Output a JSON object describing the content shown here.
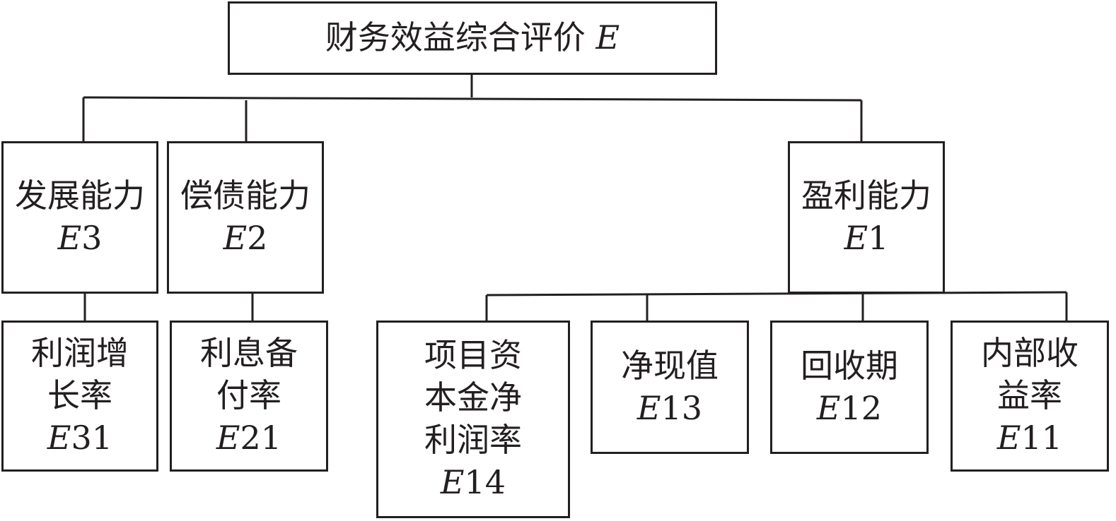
{
  "root": {
    "label": "财务效益综合评价",
    "code_letter": "E",
    "code_number": ""
  },
  "categories": [
    {
      "label_lines": [
        "发展能力"
      ],
      "code_letter": "E",
      "code_number": "3"
    },
    {
      "label_lines": [
        "偿债能力"
      ],
      "code_letter": "E",
      "code_number": "2"
    },
    {
      "label_lines": [
        "盈利能力"
      ],
      "code_letter": "E",
      "code_number": "1"
    }
  ],
  "indicators": [
    {
      "label_lines": [
        "利润增",
        "长率"
      ],
      "code_letter": "E",
      "code_number": "31"
    },
    {
      "label_lines": [
        "利息备",
        "付率"
      ],
      "code_letter": "E",
      "code_number": "21"
    },
    {
      "label_lines": [
        "项目资",
        "本金净",
        "利润率"
      ],
      "code_letter": "E",
      "code_number": "14"
    },
    {
      "label_lines": [
        "净现值"
      ],
      "code_letter": "E",
      "code_number": "13"
    },
    {
      "label_lines": [
        "回收期"
      ],
      "code_letter": "E",
      "code_number": "12"
    },
    {
      "label_lines": [
        "内部收",
        "益率"
      ],
      "code_letter": "E",
      "code_number": "11"
    }
  ]
}
